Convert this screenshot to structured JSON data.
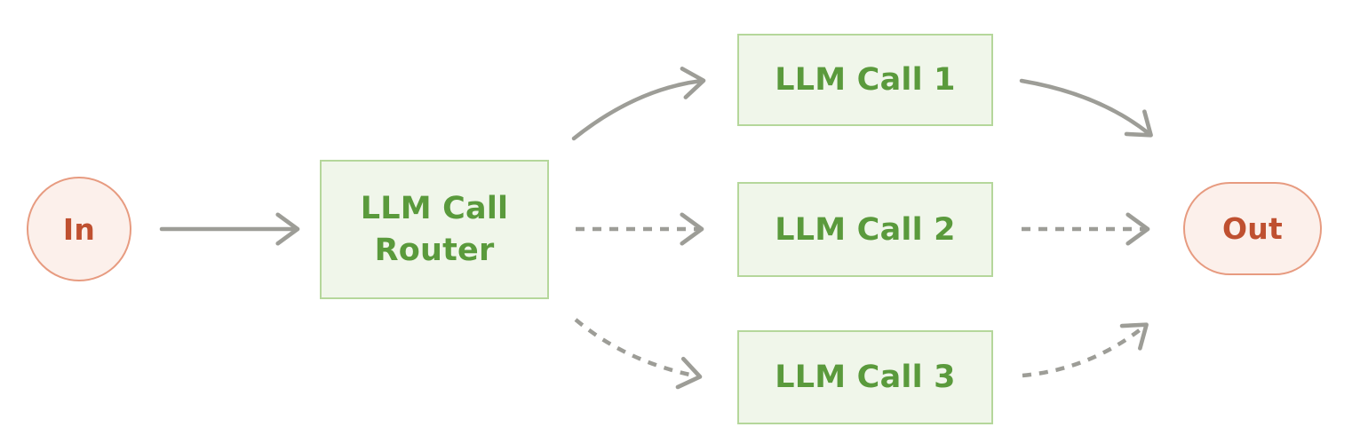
{
  "diagram": {
    "nodes": {
      "in": {
        "label": "In",
        "shape": "circle",
        "theme": "pink"
      },
      "router": {
        "label": "LLM Call Router",
        "shape": "rect",
        "theme": "green"
      },
      "call1": {
        "label": "LLM Call 1",
        "shape": "rect",
        "theme": "green"
      },
      "call2": {
        "label": "LLM Call 2",
        "shape": "rect",
        "theme": "green"
      },
      "call3": {
        "label": "LLM Call 3",
        "shape": "rect",
        "theme": "green"
      },
      "out": {
        "label": "Out",
        "shape": "pill",
        "theme": "pink"
      }
    },
    "edges": [
      {
        "from": "in",
        "to": "router",
        "style": "solid"
      },
      {
        "from": "router",
        "to": "call1",
        "style": "solid"
      },
      {
        "from": "router",
        "to": "call2",
        "style": "dashed"
      },
      {
        "from": "router",
        "to": "call3",
        "style": "dashed"
      },
      {
        "from": "call1",
        "to": "out",
        "style": "solid"
      },
      {
        "from": "call2",
        "to": "out",
        "style": "dashed"
      },
      {
        "from": "call3",
        "to": "out",
        "style": "dashed"
      }
    ],
    "colors": {
      "green_fill": "#f0f6ea",
      "green_border": "#b5d79b",
      "green_text": "#5a9a3c",
      "pink_fill": "#fcf0eb",
      "pink_border": "#e79b80",
      "pink_text": "#bf5030",
      "arrow": "#9d9d97"
    }
  }
}
